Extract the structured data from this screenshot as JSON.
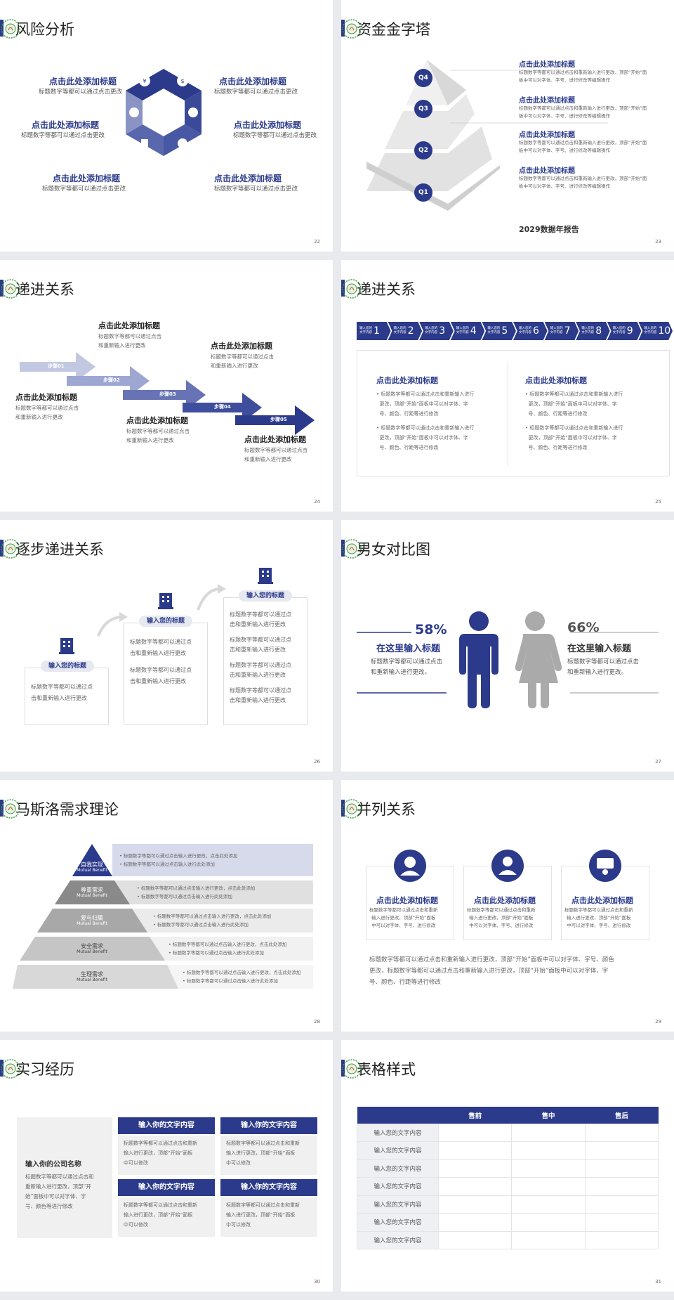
{
  "slides": [
    {
      "title": "风险分析",
      "page": "22",
      "items": [
        {
          "head": "点击此处添加标题",
          "desc": "标题数字等都可以通过点击更改"
        },
        {
          "head": "点击此处添加标题",
          "desc": "标题数字等都可以通过点击更改"
        },
        {
          "head": "点击此处添加标题",
          "desc": "标题数字等都可以通过点击更改"
        },
        {
          "head": "点击此处添加标题",
          "desc": "标题数字等都可以通过点击更改"
        },
        {
          "head": "点击此处添加标题",
          "desc": "标题数字等都可以通过点击更改"
        },
        {
          "head": "点击此处添加标题",
          "desc": "标题数字等都可以通过点击更改"
        }
      ]
    },
    {
      "title": "资金金字塔",
      "page": "23",
      "levels": [
        "Q4",
        "Q3",
        "Q2",
        "Q1"
      ],
      "items": [
        {
          "head": "点击此处添加标题",
          "desc1": "标题数字等都可以通过点击和重新输入进行更改，顶部“开始”面",
          "desc2": "板中可以对字体、字号、进行修改等编辑操作"
        },
        {
          "head": "点击此处添加标题",
          "desc1": "标题数字等都可以通过点击和重新输入进行更改，顶部“开始”面",
          "desc2": "板中可以对字体、字号、进行修改等编辑操作"
        },
        {
          "head": "点击此处添加标题",
          "desc1": "标题数字等都可以通过点击和重新输入进行更改，顶部“开始”面",
          "desc2": "板中可以对字体、字号、进行修改等编辑操作"
        },
        {
          "head": "点击此处添加标题",
          "desc1": "标题数字等都可以通过点击和重新输入进行更改，顶部“开始”面",
          "desc2": "板中可以对字体、字号、进行修改等编辑操作"
        }
      ],
      "report": "2029数据年报告"
    },
    {
      "title": "递进关系",
      "page": "24",
      "steps": [
        "步骤01",
        "步骤02",
        "步骤03",
        "步骤04",
        "步骤05"
      ],
      "items": [
        {
          "head": "点击此处添加标题",
          "d1": "标题数字等都可以通过点击",
          "d2": "和重新输入进行更改"
        },
        {
          "head": "点击此处添加标题",
          "d1": "标题数字等都可以通过点击",
          "d2": "和重新输入进行更改"
        },
        {
          "head": "点击此处添加标题",
          "d1": "标题数字等都可以通过点击",
          "d2": "和重新输入进行更改"
        },
        {
          "head": "点击此处添加标题",
          "d1": "标题数字等都可以通过点击",
          "d2": "和重新输入进行更改"
        },
        {
          "head": "点击此处添加标题",
          "d1": "标题数字等都可以通过点击",
          "d2": "和重新输入进行更改"
        }
      ]
    },
    {
      "title": "递进关系",
      "page": "25",
      "chev_text1": "输入您的",
      "chev_text2": "文字内容",
      "nums": [
        "1",
        "2",
        "3",
        "4",
        "5",
        "6",
        "7",
        "8",
        "9",
        "10"
      ],
      "cols": [
        {
          "head": "点击此处添加标题",
          "b1": [
            "标题数字等都可以通过点击和重新输入进行",
            "更改，顶部“开始”面板中可以对字体、字",
            "号、颜色、行距等进行修改"
          ],
          "b2": [
            "标题数字等都可以通过点击和重新输入进行",
            "更改，顶部“开始”面板中可以对字体、字",
            "号、颜色、行距等进行修改"
          ]
        },
        {
          "head": "点击此处添加标题",
          "b1": [
            "标题数字等都可以通过点击和重新输入进行",
            "更改，顶部“开始”面板中可以对字体、字",
            "号、颜色、行距等进行修改"
          ],
          "b2": [
            "标题数字等都可以通过点击和重新输入进行",
            "更改，顶部“开始”面板中可以对字体、字",
            "号、颜色、行距等进行修改"
          ]
        }
      ]
    },
    {
      "title": "逐步递进关系",
      "page": "26",
      "boxes": [
        {
          "head": "输入您的标题",
          "lines": [
            "标题数字等都可以通过点",
            "击和重新输入进行更改"
          ]
        },
        {
          "head": "输入您的标题",
          "lines": [
            "标题数字等都可以通过点",
            "击和重新输入进行更改",
            "标题数字等都可以通过点",
            "击和重新输入进行更改"
          ]
        },
        {
          "head": "输入您的标题",
          "lines": [
            "标题数字等都可以通过点",
            "击和重新输入进行更改",
            "标题数字等都可以通过点",
            "击和重新输入进行更改",
            "标题数字等都可以通过点",
            "击和重新输入进行更改",
            "标题数字等都可以通过点",
            "击和重新输入进行更改"
          ]
        }
      ]
    },
    {
      "title": "男女对比图",
      "page": "27",
      "left": {
        "pct": "58%",
        "head": "在这里输入标题",
        "d1": "标题数字等都可以通过点击",
        "d2": "和重新输入进行更改。"
      },
      "right": {
        "pct": "66%",
        "head": "在这里输入标题",
        "d1": "标题数字等都可以通过点击",
        "d2": "和重新输入进行更改。"
      }
    },
    {
      "title": "马斯洛需求理论",
      "page": "28",
      "levels": [
        {
          "cn": "自我实现",
          "en": "Mutual Benefit",
          "l1": "标题数字等都可以通过点击输入进行更改，点击此处添加",
          "l2": "标题数字等都可以通过点击输入进行此处添加"
        },
        {
          "cn": "尊重需求",
          "en": "Mutual Benefit",
          "l1": "标题数字等都可以通过点击输入进行更改，点击此处添加",
          "l2": "标题数字等都可以通过点击输入进行此处添加"
        },
        {
          "cn": "爱与归属",
          "en": "Mutual Benefit",
          "l1": "标题数字等都可以通过点击输入进行更改，点击此处添加",
          "l2": "标题数字等都可以通过点击输入进行此处添加"
        },
        {
          "cn": "安全需求",
          "en": "Mutual Benefit",
          "l1": "标题数字等都可以通过点击输入进行更改，点击此处添加",
          "l2": "标题数字等都可以通过点击输入进行此处添加"
        },
        {
          "cn": "生理需求",
          "en": "Mutual Benefit",
          "l1": "标题数字等都可以通过点击输入进行更改，点击此处添加",
          "l2": "标题数字等都可以通过点击输入进行此处添加"
        }
      ]
    },
    {
      "title": "并列关系",
      "page": "29",
      "cards": [
        {
          "head": "点击此处添加标题",
          "l1": "标题数字等都可以通过点击和重新",
          "l2": "输入进行更改，顶部“开始”面板",
          "l3": "中可以对字体、字号、进行修改"
        },
        {
          "head": "点击此处添加标题",
          "l1": "标题数字等都可以通过点击和重新",
          "l2": "输入进行更改，顶部“开始”面板",
          "l3": "中可以对字体、字号、进行修改"
        },
        {
          "head": "点击此处添加标题",
          "l1": "标题数字等都可以通过点击和重新",
          "l2": "输入进行更改，顶部“开始”面板",
          "l3": "中可以对字体、字号、进行修改"
        }
      ],
      "para": [
        "标题数字等都可以通过点击和重新输入进行更改，顶部“开始”面板中可以对字体、字号、颜色",
        "更改，标题数字等都可以通过点击和重新输入进行更改，顶部“开始”面板中可以对字体、字",
        "号、颜色、行距等进行修改"
      ]
    },
    {
      "title": "实习经历",
      "page": "30",
      "company": "输入你的公司名称",
      "company_desc": [
        "标题数字等都可以通过点击和",
        "重新输入进行更改，顶部“开",
        "始”面板中可以对字体、字",
        "号、颜色等进行修改"
      ],
      "boxes": [
        {
          "head": "输入你的文字内容",
          "lines": [
            "标题数字等都可以通过点击和重新",
            "输入进行更改，顶部“开始”面板",
            "中可以修改"
          ]
        },
        {
          "head": "输入你的文字内容",
          "lines": [
            "标题数字等都可以通过点击和重新",
            "输入进行更改，顶部“开始”面板",
            "中可以修改"
          ]
        },
        {
          "head": "输入你的文字内容",
          "lines": [
            "标题数字等都可以通过点击和重新",
            "输入进行更改，顶部“开始”面板",
            "中可以修改"
          ]
        },
        {
          "head": "输入你的文字内容",
          "lines": [
            "标题数字等都可以通过点击和重新",
            "输入进行更改，顶部“开始”面板",
            "中可以修改"
          ]
        }
      ]
    },
    {
      "title": "表格样式",
      "page": "31",
      "headers": [
        "售前",
        "售中",
        "售后"
      ],
      "rows": [
        "输入您的文字内容",
        "输入您的文字内容",
        "输入您的文字内容",
        "输入您的文字内容",
        "输入您的文字内容",
        "输入您的文字内容",
        "输入您的文字内容"
      ]
    }
  ],
  "colors": {
    "accent": "#2b3a8a",
    "light": "#c3c8e2",
    "grey": "#d9d9d9",
    "logo": "#3d9a3d"
  }
}
